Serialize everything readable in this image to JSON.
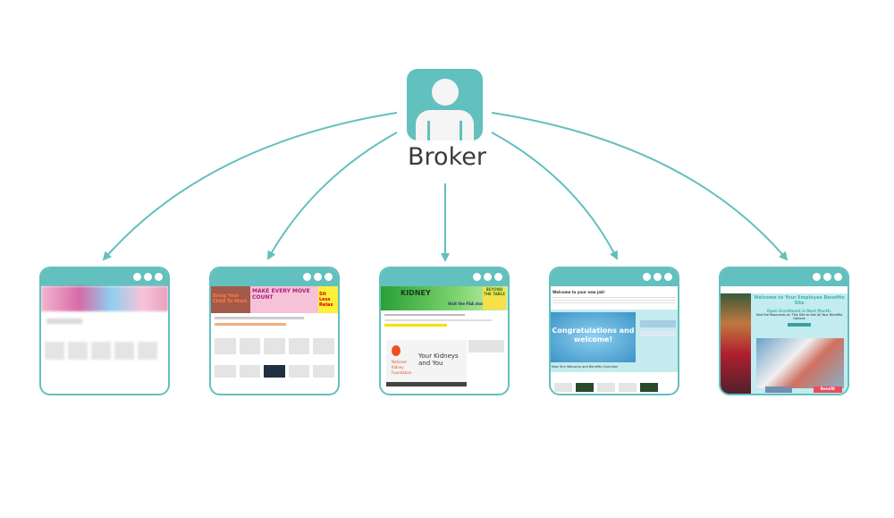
{
  "broker": {
    "label": "Broker",
    "icon": "person-icon"
  },
  "colors": {
    "accent": "#62c0be",
    "arrow": "#62c0be",
    "label": "#3a3a3a"
  },
  "sites": [
    {
      "name": "site-1",
      "banner_text": ""
    },
    {
      "name": "site-2",
      "banner_left": "Bring Your Child To Work",
      "banner_mid": "MAKE EVERY MOVE COUNT",
      "banner_note": "Sit Less Relax"
    },
    {
      "name": "site-3",
      "banner_title": "KIDNEY",
      "banner_side": "BEYOND THE TABLE",
      "banner_store": "Visit the FSA store",
      "video_org": "National Kidney Foundation",
      "video_title": "Your Kidneys and You"
    },
    {
      "name": "site-4",
      "heading": "Welcome to your new job!",
      "video_title": "Congratulations and welcome!",
      "caption": "New Hire Welcome and Benefits Overview"
    },
    {
      "name": "site-5",
      "title": "Welcome to Your Employee Benefits Site",
      "subtitle": "Open Enrollment is Next Month.",
      "text": "Visit the Resources on This Site to See All Your Benefits Options",
      "benefit_tag": "Benefit"
    }
  ]
}
